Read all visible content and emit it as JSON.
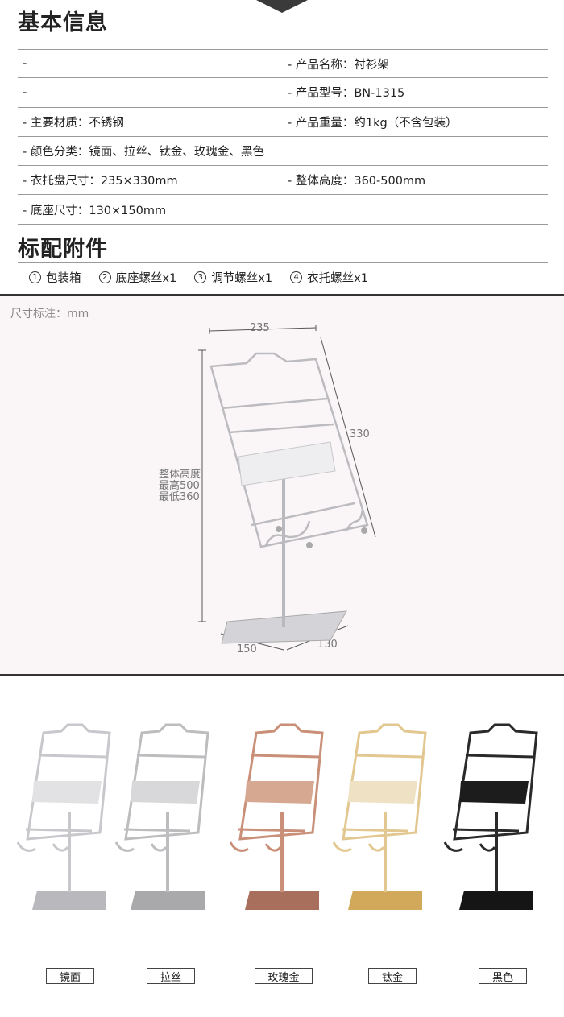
{
  "basic": {
    "title": "基本信息",
    "rows": [
      {
        "left": "-",
        "right": "- 产品名称：衬衫架"
      },
      {
        "left": "-",
        "right": "- 产品型号：BN-1315"
      },
      {
        "left": "- 主要材质：不锈钢",
        "right": "- 产品重量：约1kg（不含包装）"
      },
      {
        "left": "- 颜色分类：镜面、拉丝、钛金、玫瑰金、黑色",
        "right": ""
      },
      {
        "left": "- 衣托盘尺寸：235×330mm",
        "right": "- 整体高度：360-500mm"
      },
      {
        "left": "- 底座尺寸：130×150mm",
        "right": ""
      }
    ]
  },
  "accessories": {
    "title": "标配附件",
    "items": [
      {
        "num": "1",
        "label": "包装箱"
      },
      {
        "num": "2",
        "label": "底座螺丝x1"
      },
      {
        "num": "3",
        "label": "调节螺丝x1"
      },
      {
        "num": "4",
        "label": "衣托螺丝x1"
      }
    ]
  },
  "dimensions": {
    "caption": "尺寸标注：mm",
    "width": "235",
    "height": "330",
    "overall_1": "整体高度",
    "overall_2": "最高500",
    "overall_3": "最低360",
    "base_w": "150",
    "base_d": "130"
  },
  "colors": {
    "items": [
      {
        "label": "镜面",
        "frame": "#c8c8cc",
        "base": "#b9b9bd",
        "plate": "#e2e2e4"
      },
      {
        "label": "拉丝",
        "frame": "#bdbdc0",
        "base": "#a9a9ac",
        "plate": "#d8d8da"
      },
      {
        "label": "玫瑰金",
        "frame": "#c98f78",
        "base": "#a8705c",
        "plate": "#d6a892"
      },
      {
        "label": "钛金",
        "frame": "#e2c890",
        "base": "#d2a95a",
        "plate": "#efe2c4"
      },
      {
        "label": "黑色",
        "frame": "#2a2a2a",
        "base": "#151515",
        "plate": "#1c1c1c"
      }
    ]
  }
}
